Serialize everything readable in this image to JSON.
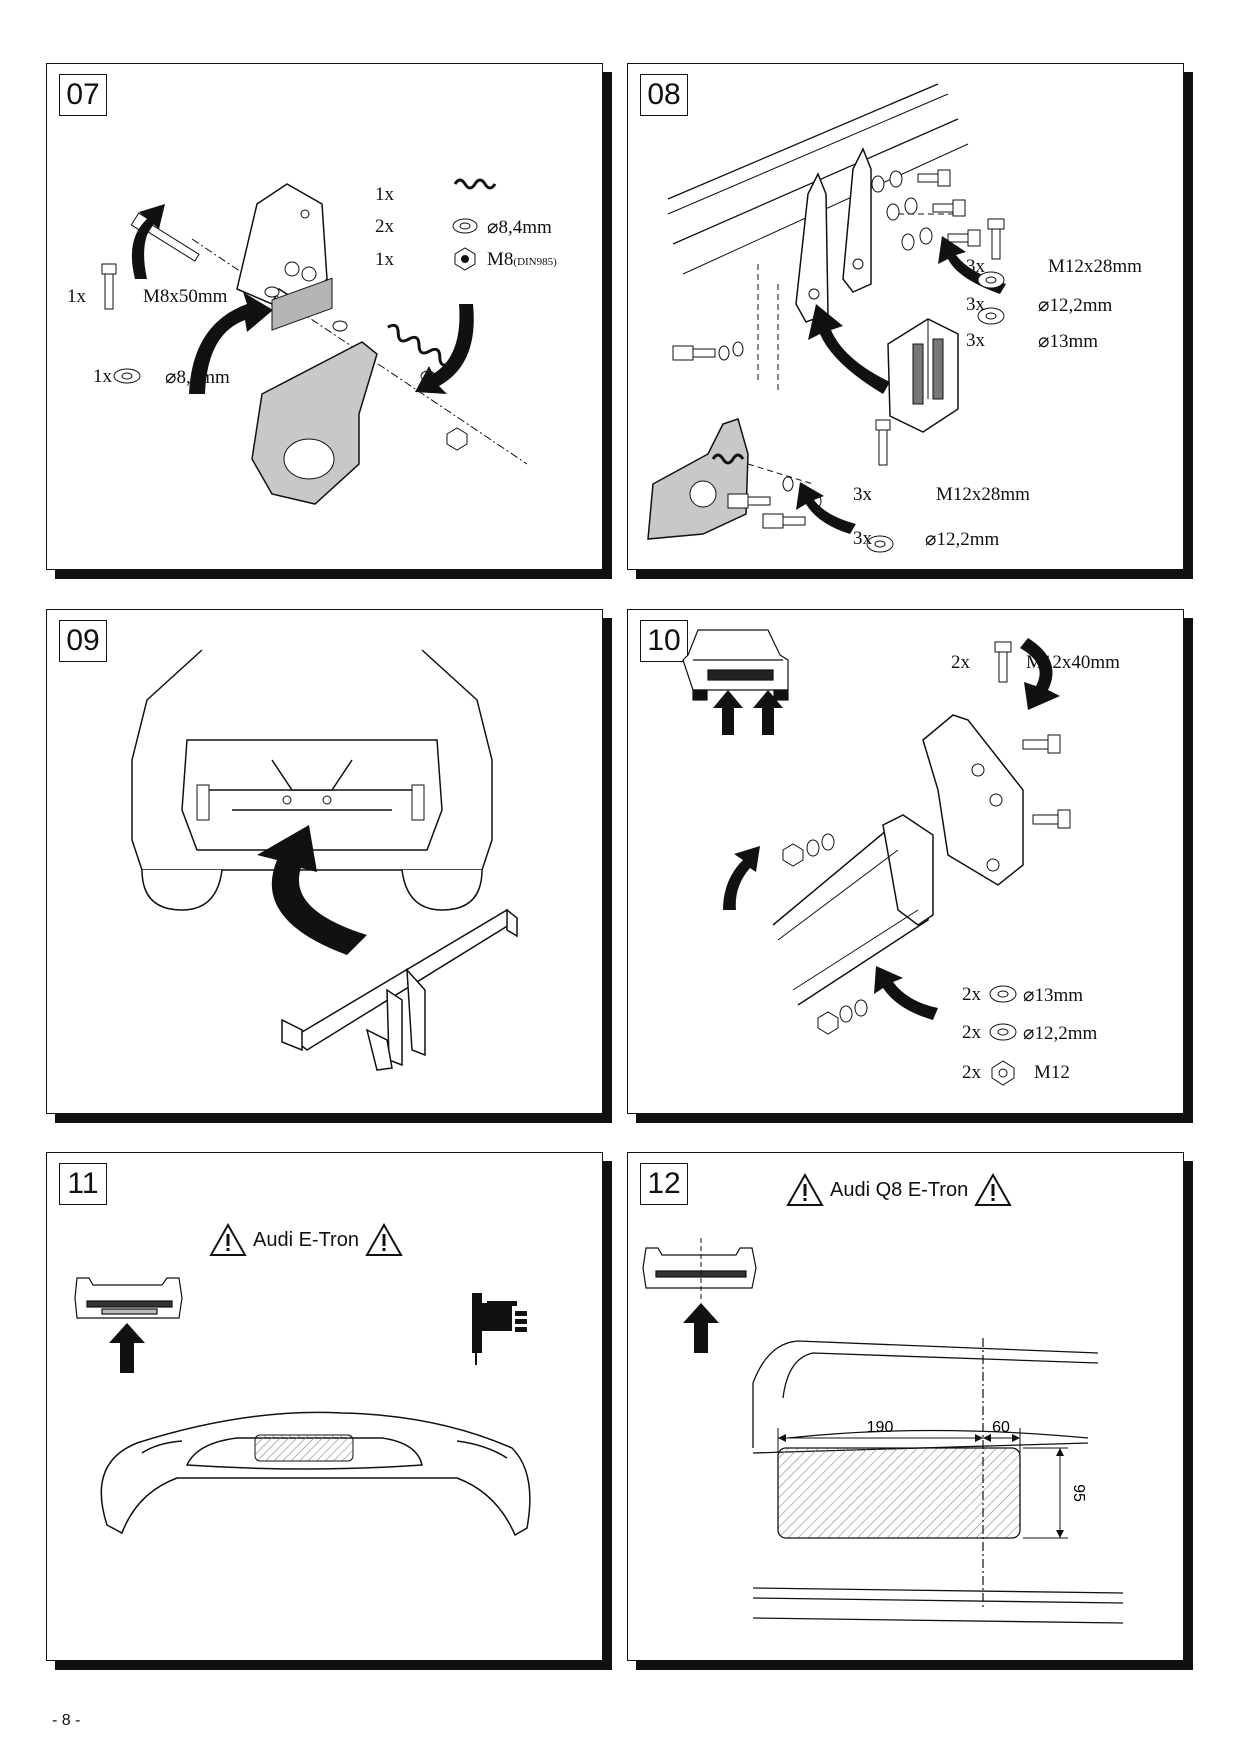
{
  "page_number": "- 8 -",
  "steps": {
    "s07": {
      "number": "07",
      "bolt": {
        "qty": "1x",
        "spec": "M8x50mm"
      },
      "washer": {
        "qty": "1x",
        "spec": "⌀8,4mm"
      },
      "spring": {
        "qty": "1x"
      },
      "washer2": {
        "qty": "2x",
        "spec": "⌀8,4mm"
      },
      "nut": {
        "qty": "1x",
        "spec": "M8",
        "spec_note": "(DIN985)"
      }
    },
    "s08": {
      "number": "08",
      "upper": [
        {
          "qty": "3x",
          "spec": "M12x28mm"
        },
        {
          "qty": "3x",
          "spec": "⌀12,2mm"
        },
        {
          "qty": "3x",
          "spec": "⌀13mm"
        }
      ],
      "lower": [
        {
          "qty": "3x",
          "spec": "M12x28mm"
        },
        {
          "qty": "3x",
          "spec": "⌀12,2mm"
        }
      ]
    },
    "s09": {
      "number": "09"
    },
    "s10": {
      "number": "10",
      "bolt": {
        "qty": "2x",
        "spec": "M12x40mm"
      },
      "items": [
        {
          "qty": "2x",
          "spec": "⌀13mm"
        },
        {
          "qty": "2x",
          "spec": "⌀12,2mm"
        },
        {
          "qty": "2x",
          "spec": "M12"
        }
      ]
    },
    "s11": {
      "number": "11",
      "warning": "Audi E-Tron"
    },
    "s12": {
      "number": "12",
      "warning": "Audi Q8 E-Tron",
      "dim_left": "190",
      "dim_right": "60",
      "dim_height": "95"
    }
  }
}
